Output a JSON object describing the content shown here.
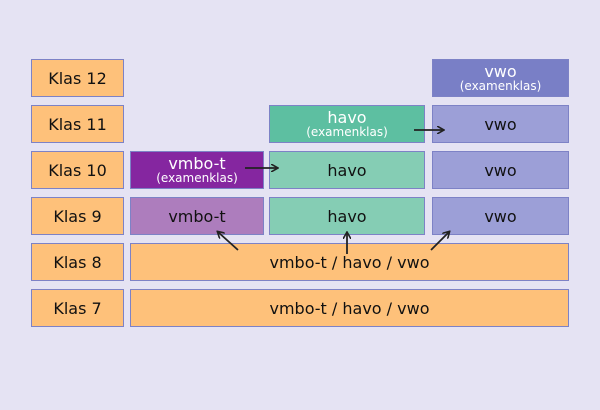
{
  "klassen": [
    "Klas 12",
    "Klas 11",
    "Klas 10",
    "Klas 9",
    "Klas 8",
    "Klas 7"
  ],
  "common": {
    "klas8": "vmbo-t / havo / vwo",
    "klas7": "vmbo-t / havo / vwo"
  },
  "vmbo": {
    "klas10_main": "vmbo-t",
    "klas10_sub": "(examenklas)",
    "klas9": "vmbo-t"
  },
  "havo": {
    "klas11_main": "havo",
    "klas11_sub": "(examenklas)",
    "klas10": "havo",
    "klas9": "havo"
  },
  "vwo": {
    "klas12_main": "vwo",
    "klas12_sub": "(examenklas)",
    "klas11": "vwo",
    "klas10": "vwo",
    "klas9": "vwo"
  },
  "colors": {
    "background": "#e5e3f3",
    "klas": "#fec17a",
    "vmbo_exam": "#8526a0",
    "vmbo": "#ad7dbd",
    "havo_exam": "#5dbfa1",
    "havo": "#85cdb4",
    "vwo_exam": "#797fc6",
    "vwo": "#9c9fd7",
    "arrow": "#222222"
  }
}
